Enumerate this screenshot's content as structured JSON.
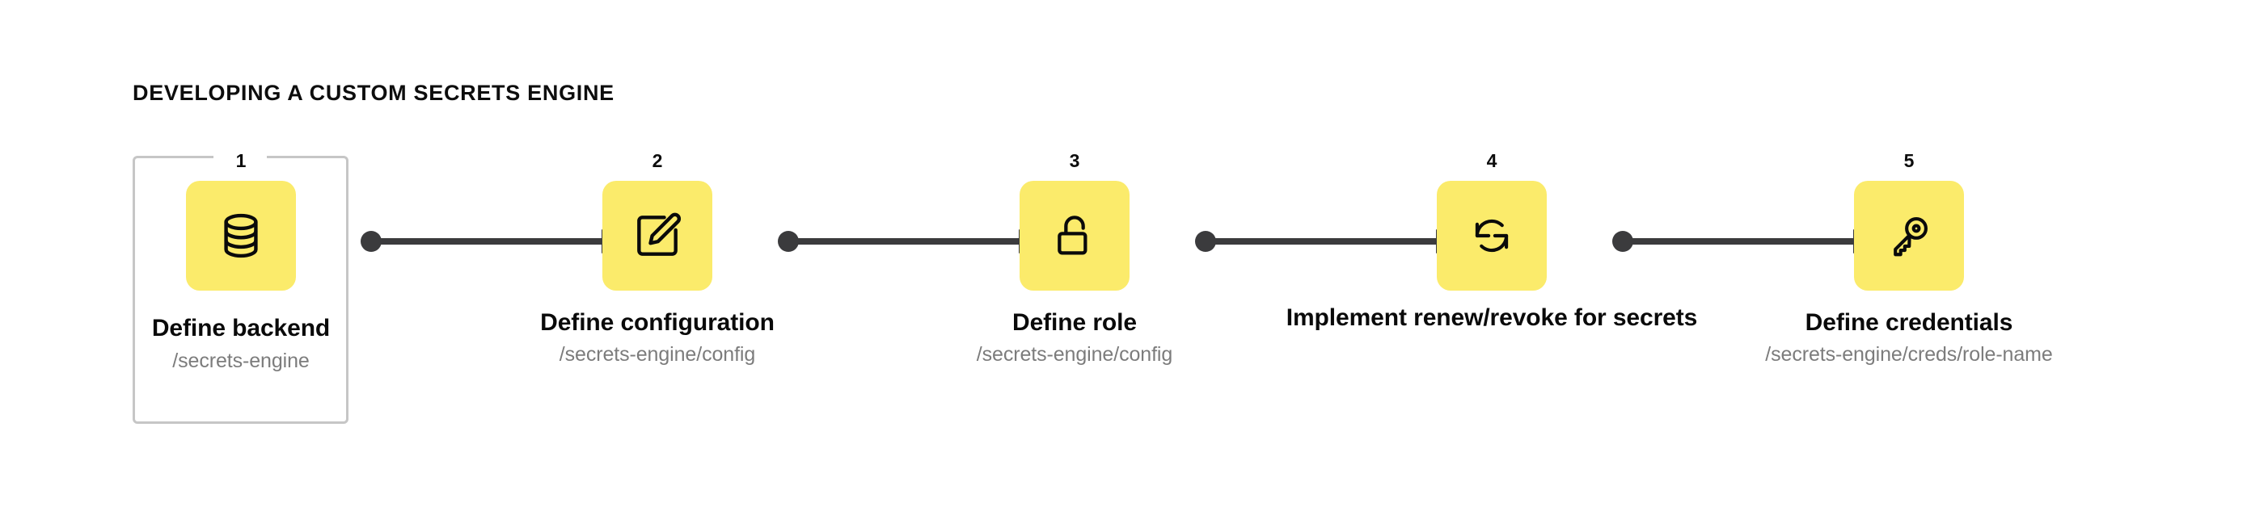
{
  "title": "DEVELOPING A CUSTOM SECRETS ENGINE",
  "colors": {
    "tile": "#FBEB6B",
    "connector": "#3B3B3D",
    "frame_border": "#C6C6C6",
    "title_text": "#0D0D0D",
    "label_text": "#0A0A0A",
    "sub_text": "#7C7C7C",
    "background": "#FFFFFF"
  },
  "steps": [
    {
      "number": "1",
      "icon": "database-icon",
      "label": "Define backend",
      "sub": "/secrets-engine",
      "framed": true
    },
    {
      "number": "2",
      "icon": "edit-square-icon",
      "label": "Define configuration",
      "sub": "/secrets-engine/config",
      "framed": false
    },
    {
      "number": "3",
      "icon": "unlocked-padlock-icon",
      "label": "Define role",
      "sub": "/secrets-engine/config",
      "framed": false
    },
    {
      "number": "4",
      "icon": "refresh-rotate-icon",
      "label": "Implement renew/revoke for secrets",
      "sub": "",
      "framed": false
    },
    {
      "number": "5",
      "icon": "key-icon",
      "label": "Define credentials",
      "sub": "/secrets-engine/creds/role-name",
      "framed": false
    }
  ],
  "connectors": [
    {
      "from": "1",
      "to": "2"
    },
    {
      "from": "2",
      "to": "3"
    },
    {
      "from": "3",
      "to": "4"
    },
    {
      "from": "4",
      "to": "5"
    }
  ]
}
